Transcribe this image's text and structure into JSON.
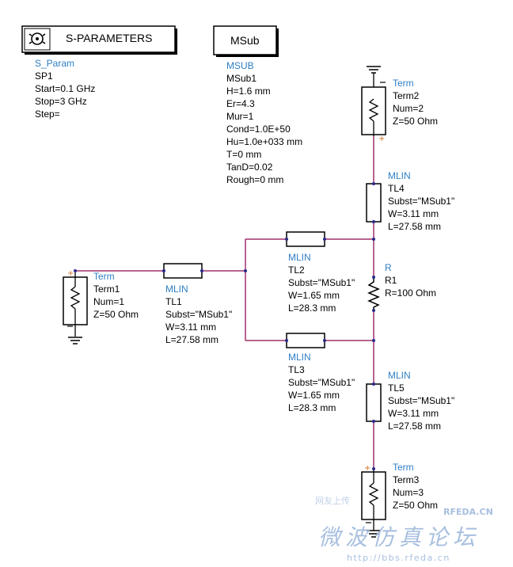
{
  "sparam": {
    "title": "S-PARAMETERS",
    "type": "S_Param",
    "name": "SP1",
    "start": "Start=0.1 GHz",
    "stop": "Stop=3 GHz",
    "step": "Step="
  },
  "msub": {
    "title": "MSub",
    "type": "MSUB",
    "name": "MSub1",
    "h": "H=1.6 mm",
    "er": "Er=4.3",
    "mur": "Mur=1",
    "cond": "Cond=1.0E+50",
    "hu": "Hu=1.0e+033 mm",
    "t": "T=0 mm",
    "tand": "TanD=0.02",
    "rough": "Rough=0 mm"
  },
  "term1": {
    "type": "Term",
    "name": "Term1",
    "num": "Num=1",
    "z": "Z=50 Ohm"
  },
  "term2": {
    "type": "Term",
    "name": "Term2",
    "num": "Num=2",
    "z": "Z=50 Ohm"
  },
  "term3": {
    "type": "Term",
    "name": "Term3",
    "num": "Num=3",
    "z": "Z=50 Ohm"
  },
  "tl1": {
    "type": "MLIN",
    "name": "TL1",
    "subst": "Subst=\"MSub1\"",
    "w": "W=3.11 mm",
    "l": "L=27.58 mm"
  },
  "tl2": {
    "type": "MLIN",
    "name": "TL2",
    "subst": "Subst=\"MSub1\"",
    "w": "W=1.65 mm",
    "l": "L=28.3 mm"
  },
  "tl3": {
    "type": "MLIN",
    "name": "TL3",
    "subst": "Subst=\"MSub1\"",
    "w": "W=1.65 mm",
    "l": "L=28.3 mm"
  },
  "tl4": {
    "type": "MLIN",
    "name": "TL4",
    "subst": "Subst=\"MSub1\"",
    "w": "W=3.11 mm",
    "l": "L=27.58 mm"
  },
  "tl5": {
    "type": "MLIN",
    "name": "TL5",
    "subst": "Subst=\"MSub1\"",
    "w": "W=3.11 mm",
    "l": "L=27.58 mm"
  },
  "r1": {
    "type": "R",
    "name": "R1",
    "value": "R=100 Ohm"
  },
  "watermark": {
    "site": "RFEDA.CN",
    "cn_title": "微波仿真论坛",
    "url": "http://bbs.rfeda.cn",
    "faint": "网友上传"
  },
  "colors": {
    "wire": "#a0306a",
    "label_blue": "#2f7fc6",
    "pin": "#d07020",
    "watermark": "#9fb9dc"
  }
}
